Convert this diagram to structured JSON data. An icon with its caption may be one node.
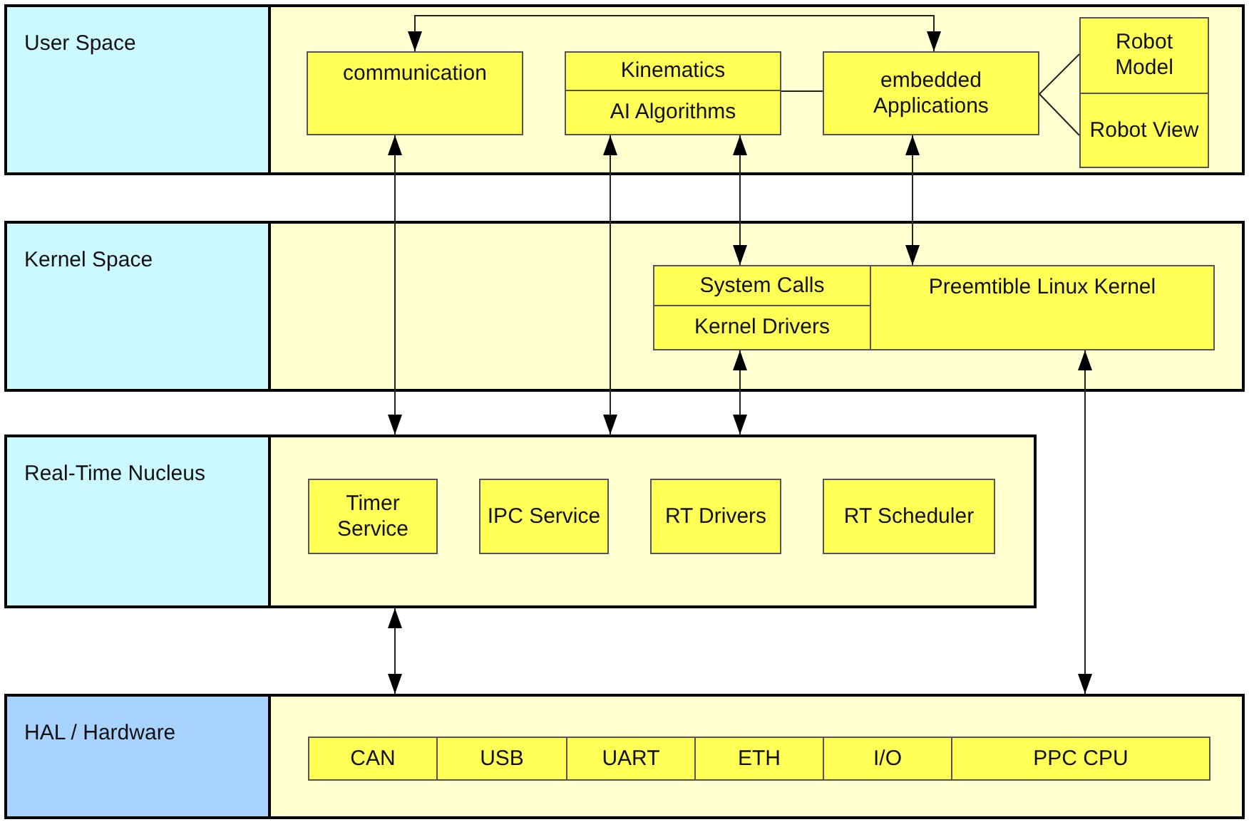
{
  "diagram": {
    "nodes": [
      {
        "text": [
          "User Space"
        ]
      },
      {
        "text": [
          "communication"
        ],
        "in": 0
      },
      {
        "text": [
          "Kinematics"
        ],
        "in": 0
      },
      {
        "text": [
          "AI Algorithms"
        ],
        "in": 0
      },
      {
        "text": [
          "embedded Applications"
        ],
        "in": 0
      },
      {
        "text": [
          "Robot Model"
        ],
        "in": 0
      },
      {
        "text": [
          "Robot View"
        ],
        "in": 0
      },
      {
        "text": [
          "Kernel Space"
        ]
      },
      {
        "text": [
          "System Calls"
        ],
        "in": 7
      },
      {
        "text": [
          "Kernel Drivers"
        ],
        "in": 7
      },
      {
        "text": [
          "Preemtible Linux Kernel"
        ],
        "in": 7
      },
      {
        "text": [
          "Real-Time Nucleus"
        ]
      },
      {
        "text": [
          "Timer Service"
        ],
        "in": 11
      },
      {
        "text": [
          "IPC Service"
        ],
        "in": 11
      },
      {
        "text": [
          "RT Drivers"
        ],
        "in": 11
      },
      {
        "text": [
          "RT Scheduler"
        ],
        "in": 11
      },
      {
        "text": [
          "HAL / Hardware"
        ]
      },
      {
        "text": [
          "CAN"
        ],
        "in": 16
      },
      {
        "text": [
          "USB"
        ],
        "in": 16
      },
      {
        "text": [
          "UART"
        ],
        "in": 16
      },
      {
        "text": [
          "ETH"
        ],
        "in": 16
      },
      {
        "text": [
          "I/O"
        ],
        "in": 16
      },
      {
        "text": [
          "PPC CPU"
        ],
        "in": 16
      }
    ],
    "edges": [
      {
        "from": 1,
        "to": 4,
        "arrow": "both"
      },
      {
        "from": 3,
        "to": 4,
        "arrow": "none"
      },
      {
        "from": 4,
        "to": 5,
        "arrow": "none"
      },
      {
        "from": 4,
        "to": 6,
        "arrow": "none"
      },
      {
        "from": 1,
        "to": 11,
        "arrow": "both"
      },
      {
        "from": 3,
        "to": 11,
        "arrow": "both"
      },
      {
        "from": 3,
        "to": 8,
        "arrow": "both"
      },
      {
        "from": 4,
        "to": 10,
        "arrow": "both"
      },
      {
        "from": 9,
        "to": 11,
        "arrow": "both"
      },
      {
        "from": 10,
        "to": 16,
        "arrow": "both"
      },
      {
        "from": 11,
        "to": 16,
        "arrow": "both"
      }
    ]
  }
}
